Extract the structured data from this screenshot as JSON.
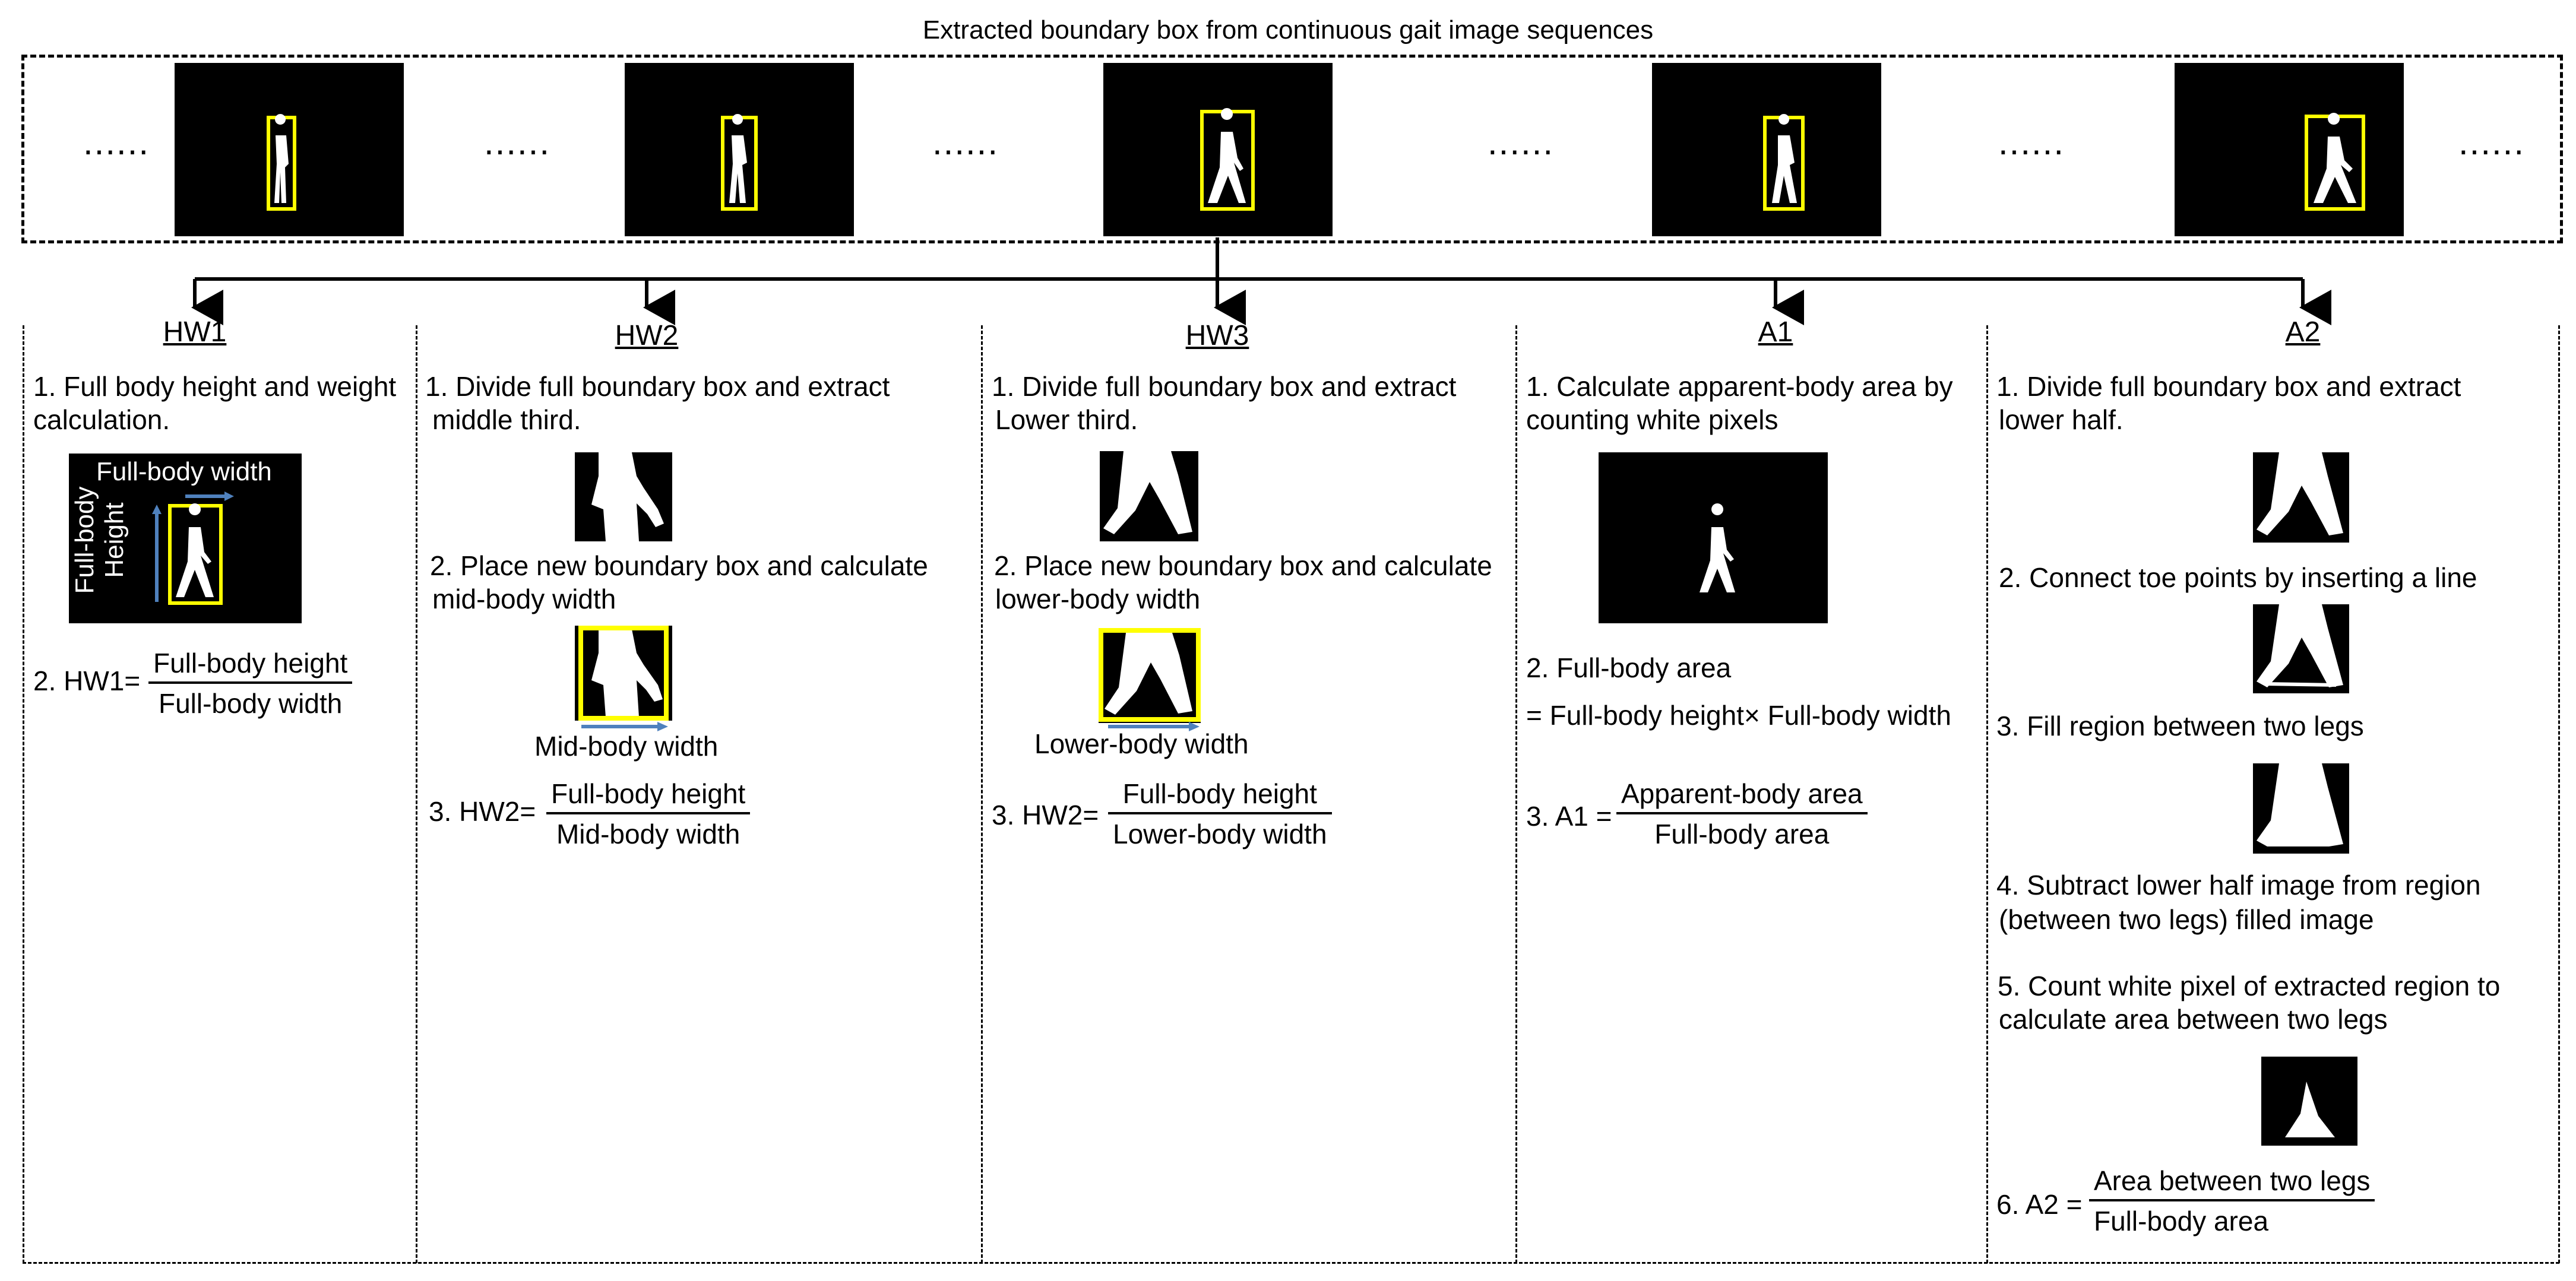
{
  "title": "Extracted boundary box from continuous gait image sequences",
  "top_row": {
    "ellipsis": "......"
  },
  "columns": [
    {
      "header": "HW1",
      "step1": "1. Full body height and weight calculation.",
      "step1_line1": "1. Full body height and weight",
      "step1_line2": "calculation.",
      "label_width": "Full-body width",
      "label_height_1": "Full-body",
      "label_height_2": "Height",
      "formula_prefix": "2. HW1=",
      "formula_num": "Full-body height",
      "formula_den": "Full-body width"
    },
    {
      "header": "HW2",
      "step1_line1": "1. Divide full boundary box and extract",
      "step1_line2": "middle third.",
      "step2_line1": "2. Place new boundary box and calculate",
      "step2_line2": "mid-body width",
      "arrow_label": "Mid-body width",
      "formula_prefix": "3. HW2=",
      "formula_num": "Full-body height",
      "formula_den": "Mid-body width"
    },
    {
      "header": "HW3",
      "step1_line1": "1. Divide full boundary box and extract",
      "step1_line2": "Lower third.",
      "step2_line1": "2. Place new boundary box and calculate",
      "step2_line2": "lower-body width",
      "arrow_label": "Lower-body width",
      "formula_prefix": "3. HW2=",
      "formula_num": "Full-body height",
      "formula_den": "Lower-body width"
    },
    {
      "header": "A1",
      "step1_line1": "1. Calculate apparent-body area by",
      "step1_line2": "counting white pixels",
      "step2": "2. Full-body area",
      "step2_eq": "= Full-body height× Full-body width",
      "formula_prefix": "3. A1 =",
      "formula_num": "Apparent-body area",
      "formula_den": "Full-body area"
    },
    {
      "header": "A2",
      "step1_line1": "1. Divide full boundary box and extract",
      "step1_line2": "lower half.",
      "step2": "2. Connect toe points by inserting a line",
      "step3": "3. Fill region between two legs",
      "step4_line1": "4. Subtract lower half image from region",
      "step4_line2": "(between two legs) filled image",
      "step5_line1": "5. Count white pixel of extracted region to",
      "step5_line2": "calculate area between two legs",
      "formula_prefix": "6. A2 =",
      "formula_num": "Area between two legs",
      "formula_den": "Full-body area"
    }
  ],
  "colors": {
    "box": "#ffff00",
    "arrow": "#4f81bd",
    "silhouette": "#ffffff",
    "background": "#000000"
  }
}
